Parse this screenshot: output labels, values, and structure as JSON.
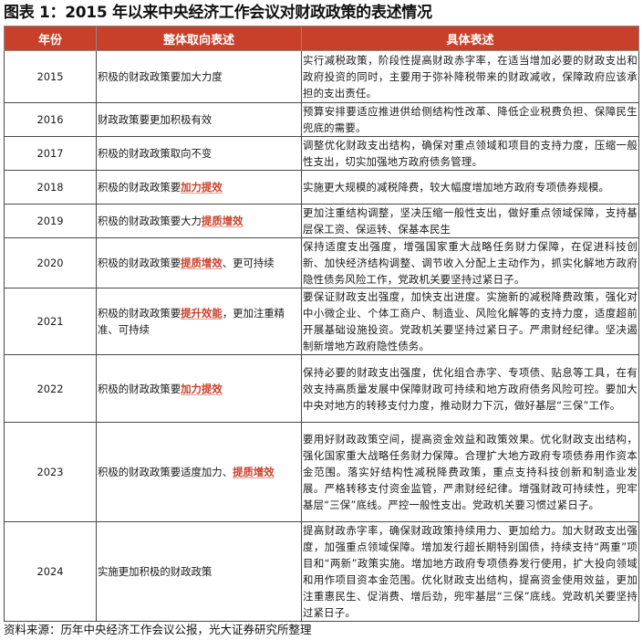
{
  "title": "图表 1：2015 年以来中央经济工作会议对财政政策的表述情况",
  "table": {
    "headers": [
      "年份",
      "整体取向表述",
      "具体表述"
    ],
    "header_color": "#C8402A",
    "highlight_color": "#C8402A",
    "rows": [
      {
        "year": "2015",
        "summary": {
          "pre": "积极的财政政策要加大力度",
          "hl": "",
          "post": ""
        },
        "detail": "实行减税政策，阶段性提高财政赤字率，在适当增加必要的财政支出和政府投资的同时，主要用于弥补降税带来的财政减收，保障政府应该承担的支出责任。"
      },
      {
        "year": "2016",
        "summary": {
          "pre": "财政政策要更加积极有效",
          "hl": "",
          "post": ""
        },
        "detail": "预算安排要适应推进供给侧结构性改革、降低企业税费负担、保障民生兜底的需要。"
      },
      {
        "year": "2017",
        "summary": {
          "pre": "积极的财政政策取向不变",
          "hl": "",
          "post": ""
        },
        "detail": "调整优化财政支出结构，确保对重点领域和项目的支持力度，压缩一般性支出，切实加强地方政府债务管理。"
      },
      {
        "year": "2018",
        "summary": {
          "pre": "积极的财政政策要",
          "hl": "加力提效",
          "post": ""
        },
        "detail": "实施更大规模的减税降费，较大幅度增加地方政府专项债券规模。"
      },
      {
        "year": "2019",
        "summary": {
          "pre": "积极的财政政策要大力",
          "hl": "提质增效",
          "post": ""
        },
        "detail": "更加注重结构调整，坚决压缩一般性支出，做好重点领域保障，支持基层保工资、保运转、保基本民生"
      },
      {
        "year": "2020",
        "summary": {
          "pre": "积极的财政政策要",
          "hl": "提质增效",
          "post": "、更可持续"
        },
        "detail": "保持适度支出强度，增强国家重大战略任务财力保障，在促进科技创新、加快经济结构调整、调节收入分配上主动作为，抓实化解地方政府隐性债务风险工作，党政机关要坚持过紧日子。"
      },
      {
        "year": "2021",
        "summary": {
          "pre": "积极的财政政策要",
          "hl": "提升效能",
          "post": "，更加注重精准、可持续"
        },
        "detail": "要保证财政支出强度，加快支出进度。实施新的减税降费政策，强化对中小微企业、个体工商户、制造业、风险化解等的支持力度，适度超前开展基础设施投资。党政机关要坚持过紧日子。严肃财经纪律。坚决遏制新增地方政府隐性债务。"
      },
      {
        "year": "2022",
        "summary": {
          "pre": "积极的财政政策要",
          "hl": "加力提效",
          "post": ""
        },
        "detail": "保持必要的财政支出强度，优化组合赤字、专项债、贴息等工具，在有效支持高质量发展中保障财政可持续和地方政府债务风险可控。要加大中央对地方的转移支付力度，推动财力下沉，做好基层“三保”工作。"
      },
      {
        "year": "2023",
        "summary": {
          "pre": "积极的财政政策要适度加力、",
          "hl": "提质增效",
          "post": ""
        },
        "detail": "要用好财政政策空间，提高资金效益和政策效果。优化财政支出结构，强化国家重大战略任务财力保障。合理扩大地方政府专项债券用作资本金范围。落实好结构性减税降费政策，重点支持科技创新和制造业发展。严格转移支付资金监管，严肃财经纪律。增强财政可持续性，兜牢基层“三保”底线。严控一般性支出。党政机关要习惯过紧日子。"
      },
      {
        "year": "2024",
        "summary": {
          "pre": "实施更加积极的财政政策",
          "hl": "",
          "post": ""
        },
        "detail": "提高财政赤字率，确保财政政策持续用力、更加给力。加大财政支出强度，加强重点领域保障。增加发行超长期特别国债，持续支持“两重”项目和“两新”政策实施。增加地方政府专项债券发行使用，扩大投向领域和用作项目资本金范围。优化财政支出结构，提高资金使用效益，更加注重惠民生、促消费、增后劲，兜牢基层“三保”底线。党政机关要坚持过紧日子。"
      }
    ]
  },
  "footer": "资料来源：历年中央经济工作会议公报，光大证券研究所整理"
}
